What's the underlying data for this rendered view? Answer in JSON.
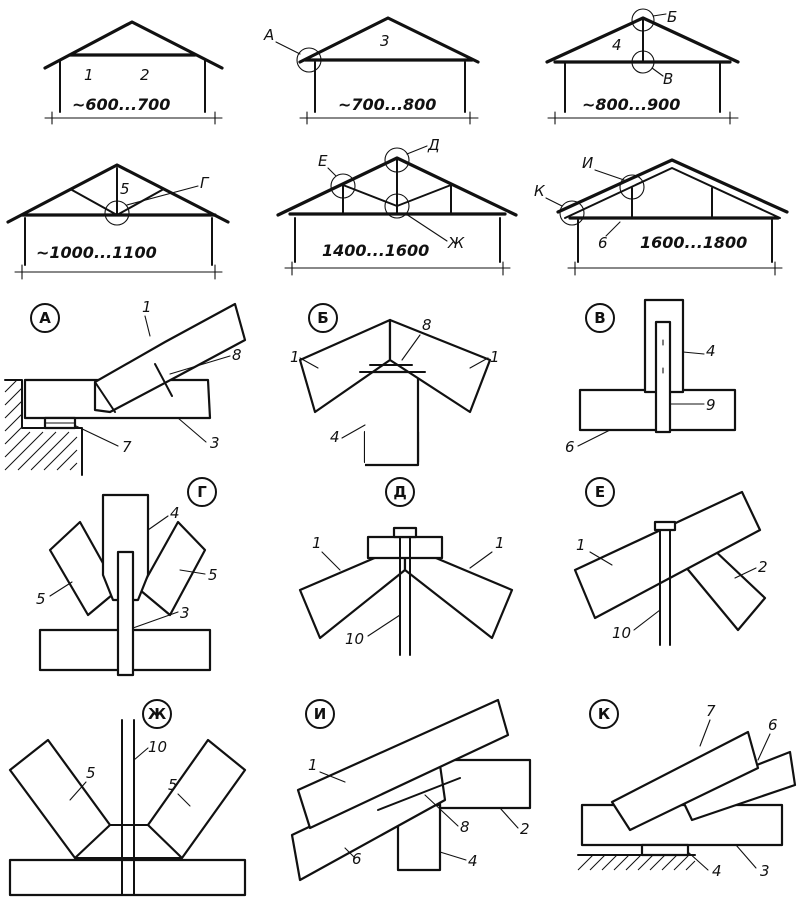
{
  "trusses": {
    "t1": {
      "span": "~600...700",
      "labels": [
        "1",
        "2"
      ]
    },
    "t2": {
      "span": "~700...800",
      "labels": [
        "3"
      ],
      "callouts": [
        "А"
      ]
    },
    "t3": {
      "span": "~800...900",
      "labels": [
        "4"
      ],
      "callouts": [
        "Б",
        "В"
      ]
    },
    "t4": {
      "span": "~1000...1100",
      "labels": [
        "5"
      ],
      "callouts": [
        "Г"
      ]
    },
    "t5": {
      "span": "1400...1600",
      "callouts": [
        "Е",
        "Д",
        "Ж"
      ]
    },
    "t6": {
      "span": "1600...1800",
      "labels": [
        "6"
      ],
      "callouts": [
        "К",
        "И"
      ]
    }
  },
  "details": {
    "A": {
      "letter": "А",
      "labels": [
        "1",
        "8",
        "7",
        "3"
      ]
    },
    "B": {
      "letter": "Б",
      "labels": [
        "1",
        "8",
        "1",
        "4"
      ]
    },
    "V": {
      "letter": "В",
      "labels": [
        "4",
        "9",
        "6"
      ]
    },
    "G": {
      "letter": "Г",
      "labels": [
        "4",
        "5",
        "5",
        "3"
      ]
    },
    "D": {
      "letter": "Д",
      "labels": [
        "1",
        "1",
        "10"
      ]
    },
    "E": {
      "letter": "Е",
      "labels": [
        "1",
        "2",
        "10"
      ]
    },
    "Zh": {
      "letter": "Ж",
      "labels": [
        "10",
        "5",
        "5"
      ]
    },
    "I": {
      "letter": "И",
      "labels": [
        "1",
        "8",
        "2",
        "6",
        "4"
      ]
    },
    "K": {
      "letter": "К",
      "labels": [
        "7",
        "6",
        "4",
        "3"
      ]
    }
  }
}
